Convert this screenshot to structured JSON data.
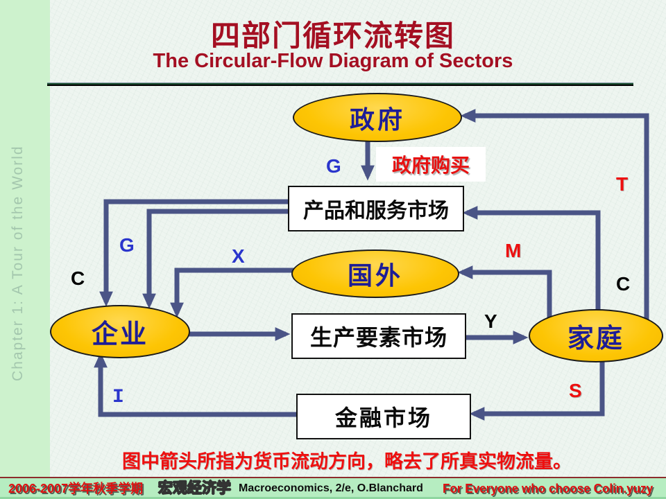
{
  "slide": {
    "title": "四部门循环流转图",
    "subtitle": "The Circular-Flow Diagram of Sectors",
    "note": "图中箭头所指为货币流动方向，略去了所真实物流量。",
    "sidebar_text": "Chapter 1:  A Tour of the World"
  },
  "nodes": {
    "government": "政府",
    "foreign": "国外",
    "firms": "企业",
    "households": "家庭",
    "goods_market": "产品和服务市场",
    "factor_market": "生产要素市场",
    "financial_market": "金融市场"
  },
  "flow_labels": {
    "g_top": "G",
    "gov_purchase": "政府购买",
    "t": "T",
    "g_left": "G",
    "x": "X",
    "m": "M",
    "c_left": "C",
    "c_right": "C",
    "y": "Y",
    "s": "S",
    "i": "I"
  },
  "footer": {
    "term": "2006-2007学年秋季学期",
    "course": "宏观经济学",
    "book": "Macroeconomics, 2/e, O.Blanchard",
    "slogan": "For Everyone who choose Colin.yuzy"
  },
  "colors": {
    "title_red": "#a40f22",
    "node_fill_yellow": "#fdc504",
    "node_text_navy": "#1d1d96",
    "arrow_slate_blue": "#4a5486",
    "label_blue": "#2a35cc",
    "label_red": "#ee0f0f",
    "footer_green": "#b6edc1",
    "sidebar_green": "#cdf2cd"
  }
}
